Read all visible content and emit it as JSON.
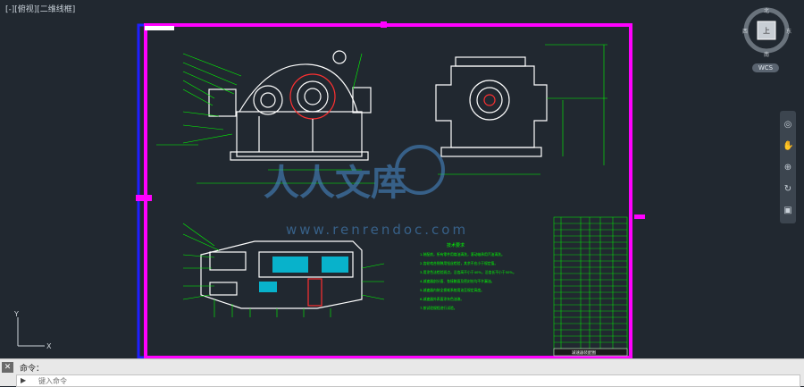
{
  "viewport": {
    "label": "[-][俯视][二维线框]",
    "viewcube": {
      "north": "北",
      "south": "南",
      "east": "东",
      "west": "西",
      "face": "上",
      "wcs": "WCS"
    },
    "ucs": {
      "y": "Y",
      "x": "X"
    }
  },
  "navbar": {
    "icons": [
      "steering-wheel-icon",
      "pan-icon",
      "zoom-icon",
      "orbit-icon",
      "showmotion-icon"
    ]
  },
  "watermark": {
    "main": "人人文库",
    "url": "www.renrendoc.com"
  },
  "drawing": {
    "tech_title": "技术要求",
    "tech_lines": [
      "1.装配前，所有零件用煤油清洗，滚动轴承用汽油清洗。",
      "2.齿轮啮合侧隙用铅丝检验，其余不应小于规定值。",
      "3.用涂色法检验斑点，沿齿高不小于40%，沿齿长不小于50%。",
      "4.减速器剖分面、各接触面及密封处均不许漏油。",
      "5.减速器内装全损耗系统用油至规定高度。",
      "6.减速器外表面涂灰色油漆。",
      "7.按试验规程进行试验。"
    ],
    "title_block": "减速器装配图"
  },
  "command": {
    "close": "✕",
    "history": "命令：",
    "prompt_icon": "▶",
    "placeholder": "键入命令"
  },
  "colors": {
    "background": "#212830",
    "paper_border_blue": "#1f1fff",
    "paper_border_magenta": "#ff00ff",
    "drawing_white": "#ffffff",
    "dimension_green": "#00ff00",
    "hatch_cyan": "#00e0ff",
    "section_red": "#ff3030"
  }
}
